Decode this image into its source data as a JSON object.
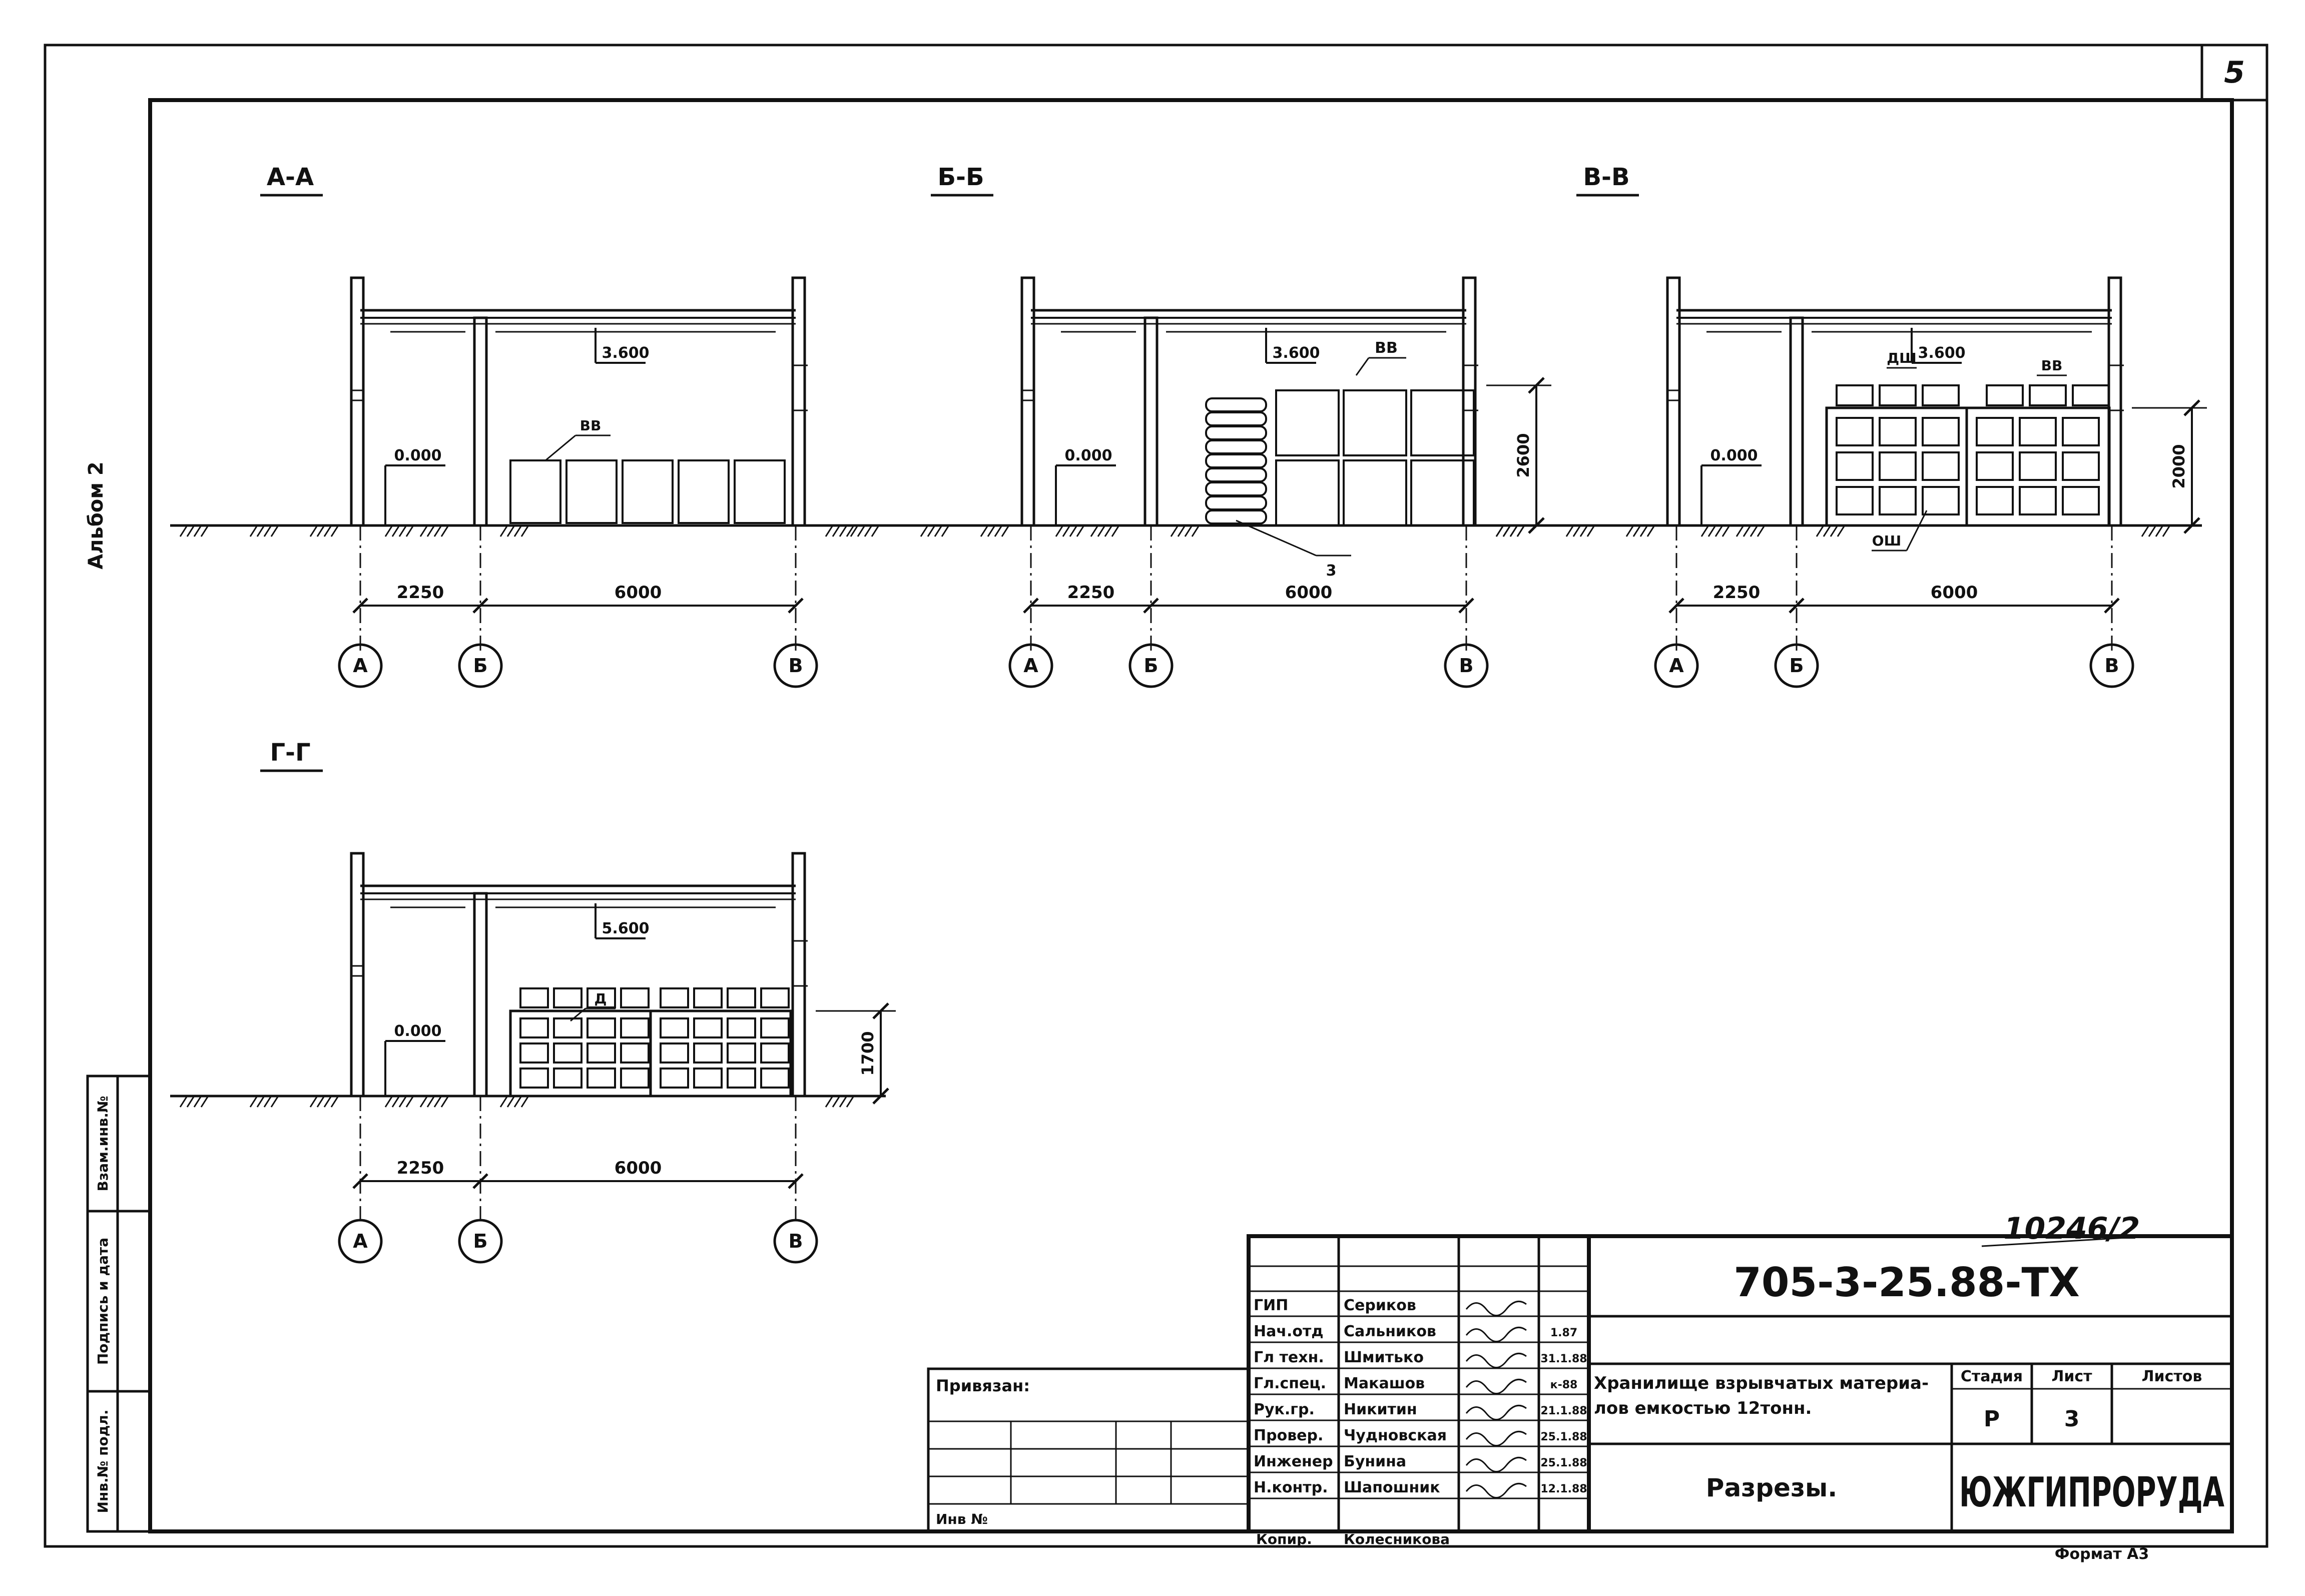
{
  "sheet_number": "5",
  "album_label": "Альбом 2",
  "sections": [
    {
      "id": "aa",
      "title": "А-А",
      "level_top": "3.600",
      "level_floor": "0.000",
      "dim_left": "2250",
      "dim_right": "6000",
      "axes": [
        "А",
        "Б",
        "В"
      ],
      "tag1": "ВВ"
    },
    {
      "id": "bb",
      "title": "Б-Б",
      "level_top": "3.600",
      "level_floor": "0.000",
      "dim_left": "2250",
      "dim_right": "6000",
      "axes": [
        "А",
        "Б",
        "В"
      ],
      "tag1": "ВВ",
      "height_dim": "2600",
      "callout": "3"
    },
    {
      "id": "vv",
      "title": "В-В",
      "level_top": "3.600",
      "level_floor": "0.000",
      "dim_left": "2250",
      "dim_right": "6000",
      "axes": [
        "А",
        "Б",
        "В"
      ],
      "tag1": "ДШ",
      "tag2": "ВВ",
      "tag3": "ОШ",
      "height_dim": "2000"
    },
    {
      "id": "gg",
      "title": "Г-Г",
      "level_top": "5.600",
      "level_floor": "0.000",
      "dim_left": "2250",
      "dim_right": "6000",
      "axes": [
        "А",
        "Б",
        "В"
      ],
      "tag1": "Д",
      "height_dim": "1700"
    }
  ],
  "side_stamp": [
    "Инв.№ подл.",
    "Подпись и дата",
    "Взам.инв.№"
  ],
  "doc_number_note": "10246/2",
  "title_block": {
    "code": "705-3-25.88-ТХ",
    "project_title_line1": "Хранилище взрывчатых материа-",
    "project_title_line2": "лов емкостью 12тонн.",
    "sheet_title": "Разрезы.",
    "stage_label": "Стадия",
    "stage": "Р",
    "sheet_label": "Лист",
    "sheet": "3",
    "sheets_label": "Листов",
    "org": "ЮЖГИПРОРУДА",
    "format": "Формат А3",
    "linked_label": "Привязан:",
    "inv_label": "Инв №",
    "staff": [
      {
        "role": "ГИП",
        "name": "Сериков",
        "date": ""
      },
      {
        "role": "Нач.отд",
        "name": "Сальников",
        "date": "1.87"
      },
      {
        "role": "Гл техн.",
        "name": "Шмитько",
        "date": "31.1.88"
      },
      {
        "role": "Гл.спец.",
        "name": "Макашов",
        "date": "к-88"
      },
      {
        "role": "Рук.гр.",
        "name": "Никитин",
        "date": "21.1.88"
      },
      {
        "role": "Провер.",
        "name": "Чудновская",
        "date": "25.1.88"
      },
      {
        "role": "Инженер",
        "name": "Бунина",
        "date": "25.1.88"
      },
      {
        "role": "Н.контр.",
        "name": "Шапошник",
        "date": "12.1.88"
      }
    ],
    "copied_label": "Копир.",
    "copied_name": "Колесникова"
  }
}
